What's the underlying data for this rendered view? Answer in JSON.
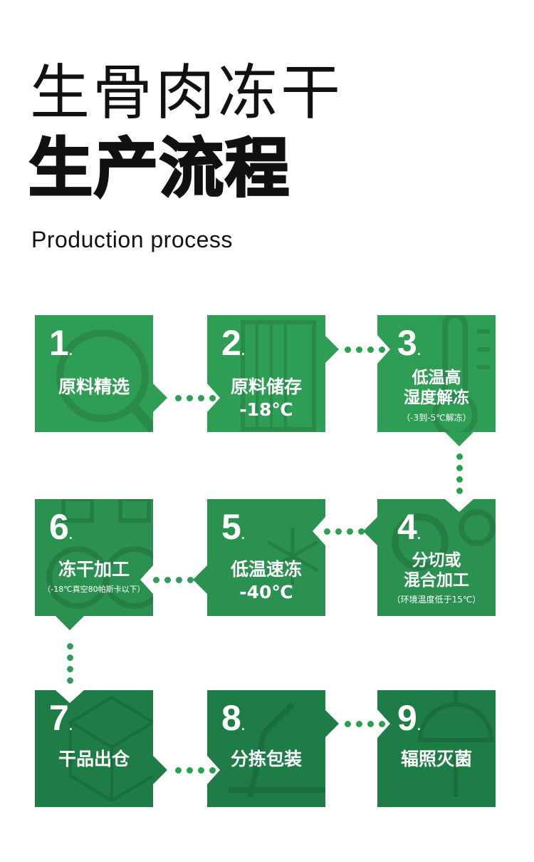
{
  "title_line1": "生骨肉冻干",
  "title_line2": "生产流程",
  "subtitle": "Production process",
  "colors": {
    "row1": "#2f9e55",
    "row2": "#2a9150",
    "row3": "#1e7d47"
  },
  "steps": [
    {
      "num": "1",
      "label1": "原料精选",
      "label2": "",
      "note": ""
    },
    {
      "num": "2",
      "label1": "原料储存",
      "label2": "-18℃",
      "note": ""
    },
    {
      "num": "3",
      "label1": "低温高",
      "label2": "湿度解冻",
      "note": "（-3到-5℃解冻）"
    },
    {
      "num": "4",
      "label1": "分切或",
      "label2": "混合加工",
      "note": "（环境温度低于15℃）"
    },
    {
      "num": "5",
      "label1": "低温速冻",
      "label2": "-40℃",
      "note": ""
    },
    {
      "num": "6",
      "label1": "冻干加工",
      "label2": "",
      "note": "（-18℃真空80帕斯卡以下）"
    },
    {
      "num": "7",
      "label1": "干品出仓",
      "label2": "",
      "note": ""
    },
    {
      "num": "8",
      "label1": "分拣包装",
      "label2": "",
      "note": ""
    },
    {
      "num": "9",
      "label1": "辐照灭菌",
      "label2": "",
      "note": ""
    }
  ]
}
